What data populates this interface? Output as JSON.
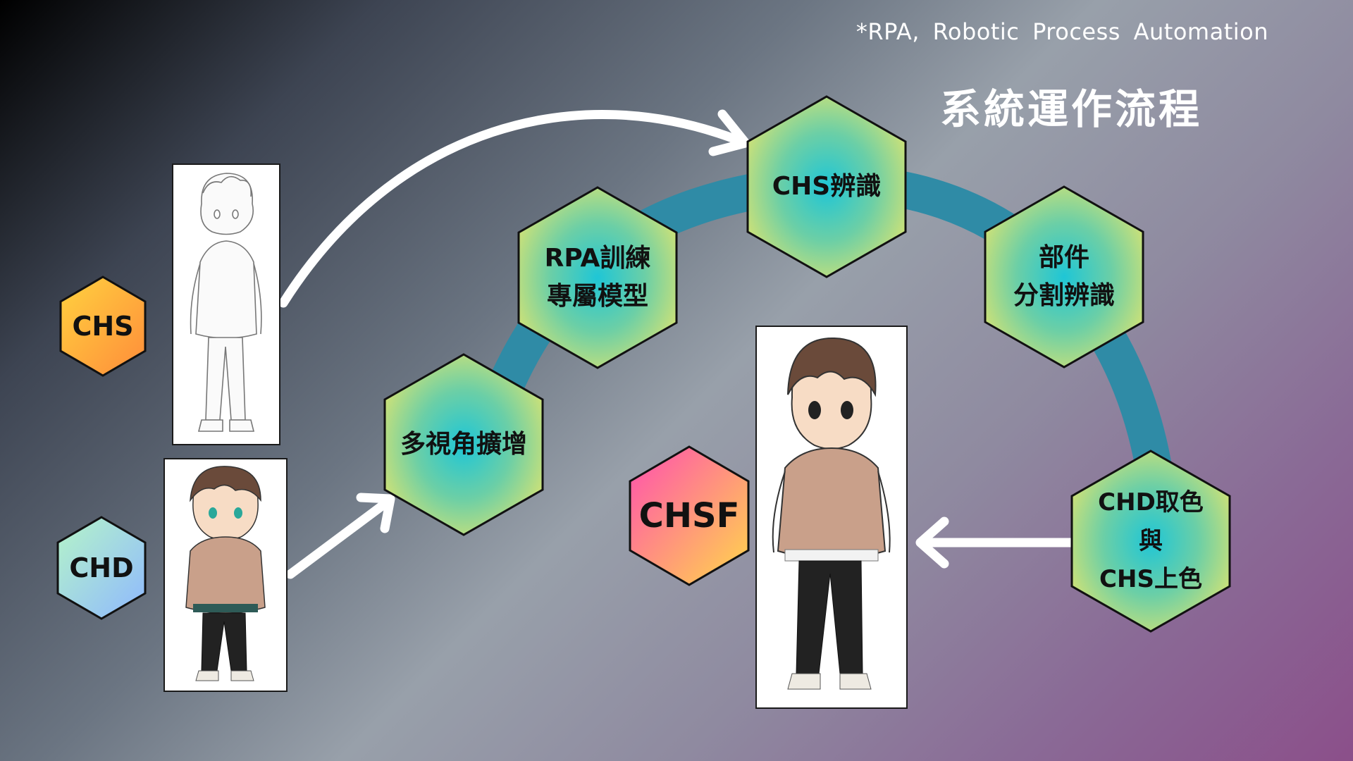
{
  "footnote": "*RPA, Robotic Process Automation",
  "title": "系統運作流程",
  "colors": {
    "arc": "#2f8ba6",
    "arrow": "#ffffff",
    "hex_gradient_center": "#1fc6d6",
    "hex_gradient_edge": "#c8e07a",
    "chs_gradient": [
      "#ffd23f",
      "#ff8c3a"
    ],
    "chd_gradient": [
      "#b5f5c8",
      "#8fb8ff"
    ],
    "chsf_gradient": [
      "#ff4fb0",
      "#ffd84a"
    ]
  },
  "inputs": {
    "chs": "CHS",
    "chd": "CHD"
  },
  "steps": {
    "augment": "多視角擴增",
    "rpa_line1": "RPA訓練",
    "rpa_line2": "專屬模型",
    "chs_recognition": "CHS辨識",
    "parts_line1": "部件",
    "parts_line2": "分割辨識",
    "color_line1": "CHD取色",
    "color_line2": "與",
    "color_line3": "CHS上色"
  },
  "output": {
    "chsf": "CHSF"
  },
  "images": {
    "sketch": "line-art character sketch",
    "colored": "colored character reference",
    "final": "final colored character"
  }
}
